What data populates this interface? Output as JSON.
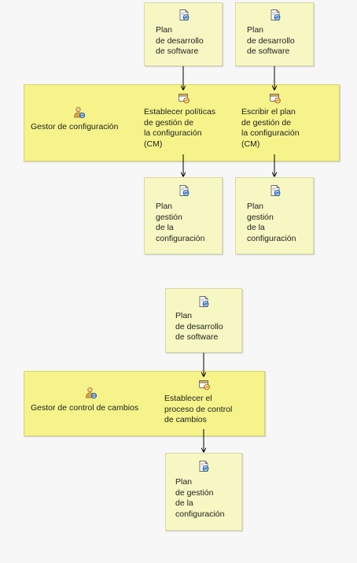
{
  "diagrams": [
    {
      "inputs": [
        "Plan\nde desarrollo\nde software",
        "Plan\nde desarrollo\nde software"
      ],
      "role": "Gestor de configuración",
      "tasks": [
        "Establecer políticas\nde gestión de\nla configuración\n(CM)",
        "Escribir el plan\nde gestión de\nla configuración\n(CM)"
      ],
      "outputs": [
        "Plan\ngestión\nde la\nconfiguración",
        "Plan\ngestión\nde la\nconfiguración"
      ]
    },
    {
      "inputs": [
        "Plan\nde desarrollo\nde software"
      ],
      "role": "Gestor de control de cambios",
      "tasks": [
        "Establecer el\nproceso de control\nde cambios"
      ],
      "outputs": [
        "Plan\nde gestión\nde la\nconfiguración"
      ]
    }
  ],
  "icons": {
    "artifact": "artifact-icon",
    "role": "role-icon",
    "task": "task-icon"
  },
  "colors": {
    "artifact_fill": "#f7f7c3",
    "band_fill": "#f5f38a",
    "background": "#f7f7f7"
  }
}
